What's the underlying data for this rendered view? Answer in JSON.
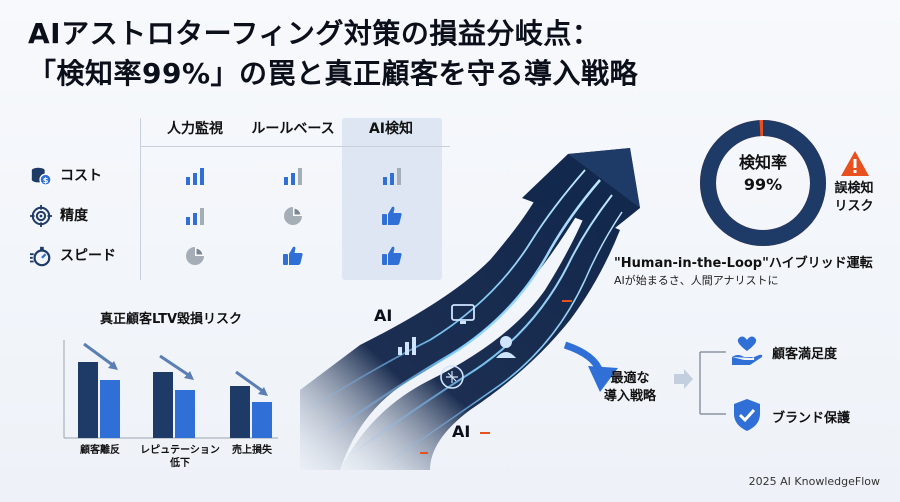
{
  "title": {
    "line1": "AIアストロターフィング対策の損益分岐点：",
    "line2": "「検知率99%」の罠と真正顧客を守る導入戦略"
  },
  "comparison_table": {
    "columns": [
      "人力監視",
      "ルールベース",
      "AI検知"
    ],
    "rows": [
      {
        "label": "コスト",
        "icon": "coin-stack-icon",
        "cells": [
          "bar-chart-icon",
          "bar-chart-icon",
          "bar-chart-icon"
        ]
      },
      {
        "label": "精度",
        "icon": "target-icon",
        "cells": [
          "bar-chart-icon",
          "pie-chart-icon",
          "thumbs-up-icon"
        ]
      },
      {
        "label": "スピード",
        "icon": "stopwatch-icon",
        "cells": [
          "pie-chart-icon",
          "thumbs-up-icon",
          "thumbs-up-icon"
        ]
      }
    ]
  },
  "ltv_chart": {
    "title": "真正顧客LTV毀損リスク",
    "groups": [
      {
        "label": "顧客離反"
      },
      {
        "label": "レピュテーション\n低下"
      },
      {
        "label": "売上損失"
      }
    ]
  },
  "road": {
    "ai_label_top": "AI",
    "ai_label_bottom": "AI"
  },
  "detection": {
    "rate_label": "検知率",
    "rate_value": "99%",
    "rate": 0.99,
    "risk_label": "誤検知\nリスク"
  },
  "hitl": {
    "heading": "\"Human-in-the-Loop\"ハイブリッド運転",
    "sub": "AIが始まるさ、人間アナリストに"
  },
  "strategy": {
    "label": "最適な\n導入戦略"
  },
  "outcomes": [
    {
      "label": "顧客満足度",
      "icon": "heart-hand-icon"
    },
    {
      "label": "ブランド保護",
      "icon": "shield-check-icon"
    }
  ],
  "credit": "2025 AI KnowledgeFlow",
  "colors": {
    "navy": "#1e3a66",
    "blue": "#2f6fd6",
    "grey": "#9aa3ad",
    "alert": "#e8501f"
  }
}
